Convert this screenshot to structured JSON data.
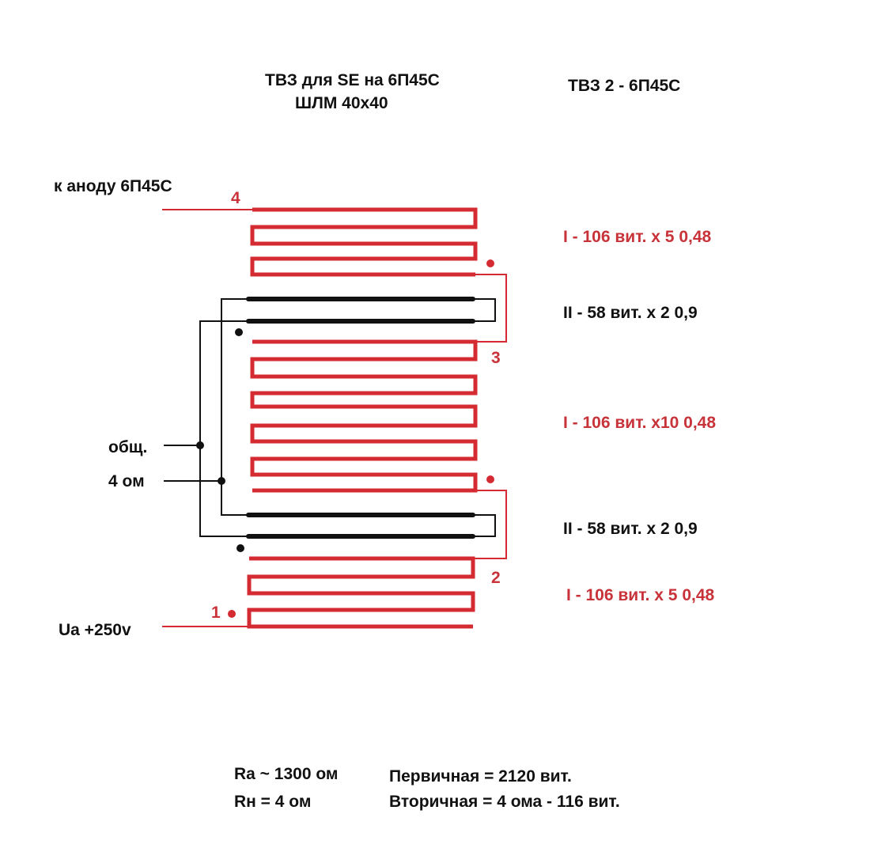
{
  "title": {
    "line1": "ТВЗ для SE на 6П45С",
    "line2": "ШЛМ 40х40",
    "right": "ТВЗ 2 - 6П45С"
  },
  "leads": {
    "anode": "к аноду 6П45С",
    "supply": "Ua  +250v",
    "common": "общ.",
    "out4": "4 ом"
  },
  "terminals": {
    "t1": "1",
    "t2": "2",
    "t3": "3",
    "t4": "4"
  },
  "windings": {
    "primary_top": "I - 106 вит. х 5  0,48",
    "secondary_top": "II - 58 вит. х 2  0,9",
    "primary_mid": "I - 106 вит. х10  0,48",
    "secondary_bottom": "II - 58 вит. х 2  0,9",
    "primary_bottom": "I - 106 вит. х 5  0,48"
  },
  "summary": {
    "ra": "Ra ~  1300 ом",
    "rh": "Rн = 4 ом",
    "primary": "Первичная =  2120 вит.",
    "secondary": "Вторичная = 4 ома -  116 вит."
  },
  "colors": {
    "primary_winding": "#d42a32",
    "secondary_winding": "#111111",
    "primary_label": "#c8333a"
  }
}
